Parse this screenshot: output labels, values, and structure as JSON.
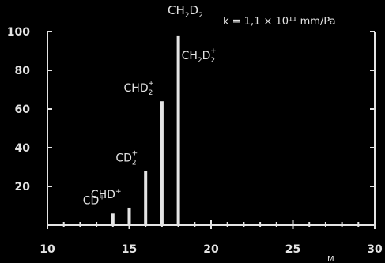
{
  "chart_data": {
    "type": "bar",
    "title": "CH2D2",
    "annotation": "k = 1,1 × 10¹¹ mm/Pa",
    "xlabel": "M",
    "ylabel": "",
    "xlim": [
      10,
      30
    ],
    "ylim": [
      0,
      100
    ],
    "x_ticks": [
      10,
      15,
      20,
      25,
      30
    ],
    "y_ticks": [
      0,
      20,
      40,
      60,
      80,
      100
    ],
    "grid": false,
    "colors": {
      "ink": "#e4e4e4",
      "background": "#000000"
    },
    "peaks": [
      {
        "x": 14,
        "value": 6,
        "label": {
          "base": "CD",
          "sub": "",
          "sup": "+"
        }
      },
      {
        "x": 15,
        "value": 9,
        "label": {
          "base": "CHD",
          "sub": "",
          "sup": "+"
        }
      },
      {
        "x": 16,
        "value": 28,
        "label": {
          "base": "CD",
          "sub": "2",
          "sup": "+"
        }
      },
      {
        "x": 17,
        "value": 64,
        "label": {
          "base": "CHD",
          "sub": "2",
          "sup": "+"
        }
      },
      {
        "x": 18,
        "value": 98,
        "label": {
          "base": "CH",
          "sub": "2",
          "mid": "D",
          "sub2": "2",
          "sup": "+"
        }
      }
    ]
  }
}
